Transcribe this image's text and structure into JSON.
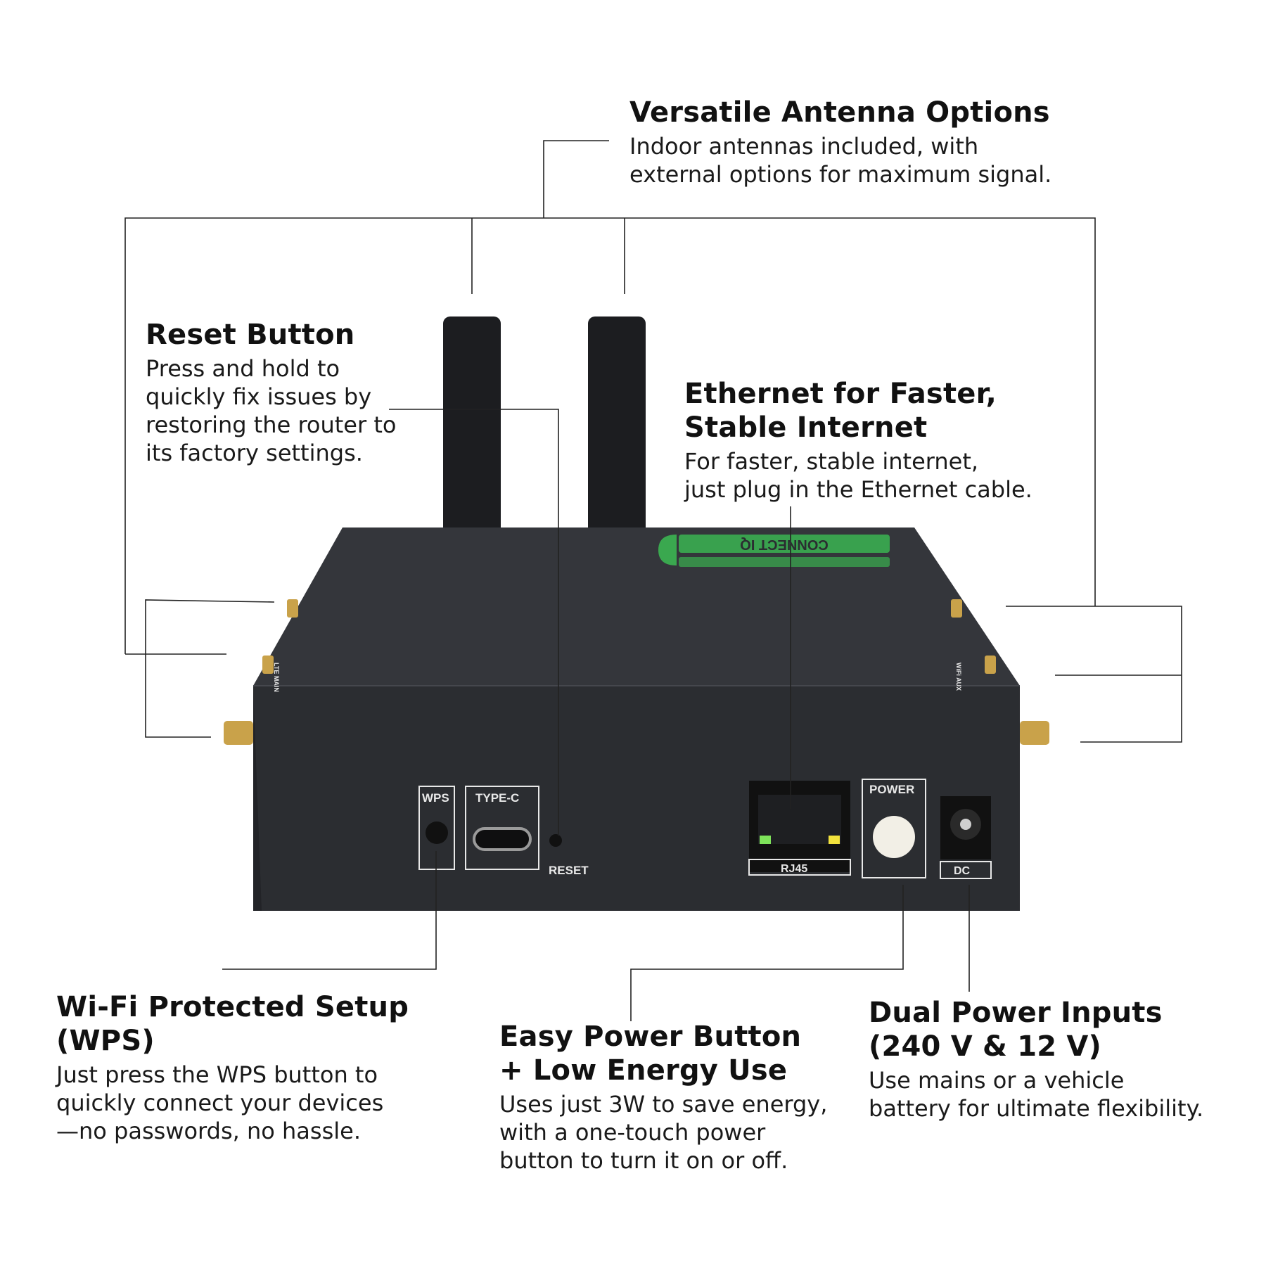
{
  "features": {
    "antenna": {
      "title_lines": [
        "Versatile Antenna Options"
      ],
      "desc_lines": [
        "Indoor antennas included, with",
        "external options for maximum signal."
      ]
    },
    "reset": {
      "title_lines": [
        "Reset Button"
      ],
      "desc_lines": [
        "Press and hold to",
        "quickly fix issues by",
        "restoring the router to",
        "its factory settings."
      ]
    },
    "ethernet": {
      "title_lines": [
        "Ethernet for Faster,",
        "Stable Internet"
      ],
      "desc_lines": [
        "For faster, stable internet,",
        "just plug in the Ethernet cable."
      ]
    },
    "wps": {
      "title_lines": [
        "Wi-Fi Protected Setup",
        "(WPS)"
      ],
      "desc_lines": [
        "Just press the WPS button to",
        "quickly connect your devices",
        "—no passwords, no hassle."
      ]
    },
    "power": {
      "title_lines": [
        "Easy Power Button",
        "+ Low Energy Use"
      ],
      "desc_lines": [
        "Uses just 3W to save energy,",
        "with a one-touch power",
        "button to turn it on or off."
      ]
    },
    "dual": {
      "title_lines": [
        "Dual Power Inputs",
        "(240 V & 12 V)"
      ],
      "desc_lines": [
        "Use mains or a vehicle",
        "battery for ultimate flexibility."
      ]
    }
  },
  "device": {
    "port_labels": {
      "wps": "WPS",
      "typec": "TYPE-C",
      "reset": "RESET",
      "rj45": "RJ45",
      "power": "POWER",
      "dc": "DC"
    },
    "side_label_left": "LTE MAIN",
    "side_label_right": "WiFi AUX",
    "logo_text": "CONNECT IQ",
    "colors": {
      "body": "#2b2d31",
      "body_top": "#34363b",
      "antenna": "#1c1d20",
      "logo": "#3aa84f",
      "connector": "#c9a24a",
      "led_green": "#7ee35a",
      "led_yellow": "#f2e23c",
      "power_button": "#f2efe6"
    }
  }
}
